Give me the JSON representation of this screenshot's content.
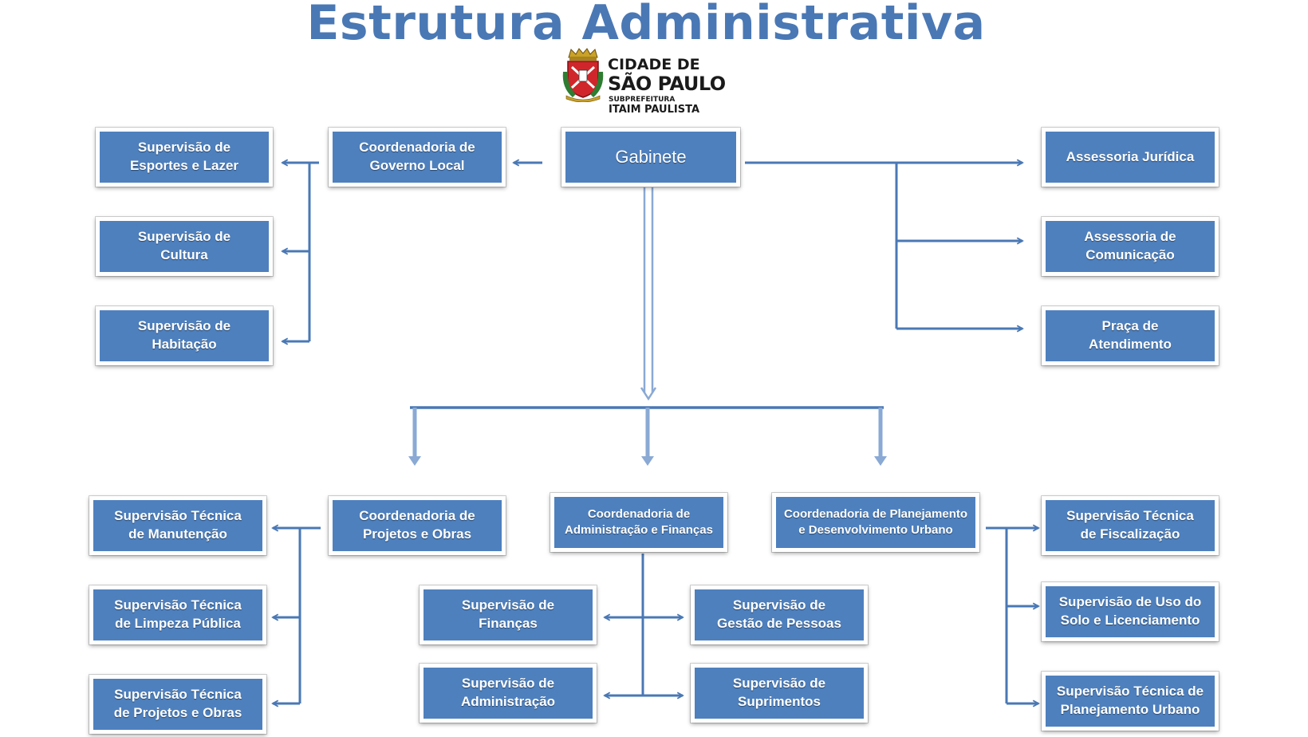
{
  "title": "Estrutura Administrativa",
  "logo": {
    "line1": "CIDADE DE",
    "line2": "SÃO PAULO",
    "sub1": "SUBPREFEITURA",
    "sub2": "ITAIM PAULISTA"
  },
  "colors": {
    "box": "#4e80be",
    "line": "#4a78b5",
    "title": "#4a78b5"
  },
  "nodes": {
    "gabinete": "Gabinete",
    "coord_governo": "Coordenadoria de\nGoverno Local",
    "sup_esportes": "Supervisão de\nEsportes e Lazer",
    "sup_cultura": "Supervisão de\nCultura",
    "sup_habitacao": "Supervisão de\nHabitação",
    "assessoria_juridica": "Assessoria Jurídica",
    "assessoria_comunicacao": "Assessoria de\nComunicação",
    "praca_atendimento": "Praça de\nAtendimento",
    "coord_projetos": "Coordenadoria de\nProjetos e Obras",
    "coord_admin": "Coordenadoria de\nAdministração e Finanças",
    "coord_planejamento": "Coordenadoria de Planejamento\ne Desenvolvimento Urbano",
    "st_manutencao": "Supervisão Técnica\nde Manutenção",
    "st_limpeza": "Supervisão Técnica\nde Limpeza Pública",
    "st_projetos": "Supervisão Técnica\nde Projetos e Obras",
    "sup_financas": "Supervisão de\nFinanças",
    "sup_administracao": "Supervisão de\nAdministração",
    "sup_gestao": "Supervisão de\nGestão de Pessoas",
    "sup_suprimentos": "Supervisão de\nSuprimentos",
    "st_fiscalizacao": "Supervisão Técnica\nde Fiscalização",
    "sup_uso_solo": "Supervisão de Uso do\nSolo e Licenciamento",
    "st_planejamento": "Supervisão Técnica de\nPlanejamento Urbano"
  }
}
